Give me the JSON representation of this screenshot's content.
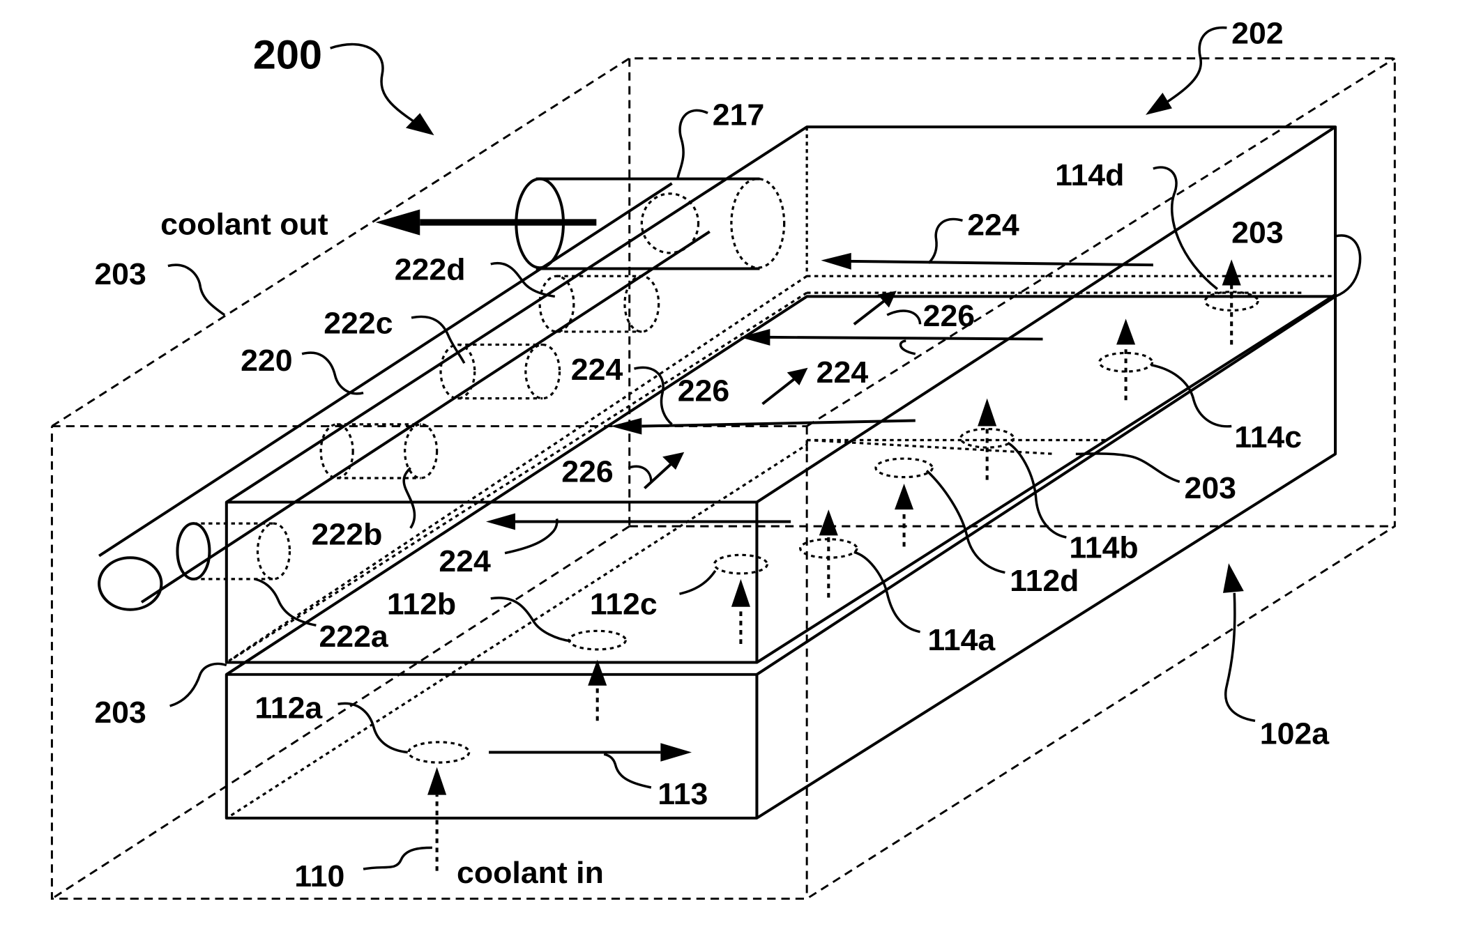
{
  "figure": {
    "figure_ref": "200",
    "labels": {
      "coolant_out": "coolant out",
      "coolant_in": "coolant in",
      "l202": "202",
      "l217": "217",
      "l114d": "114d",
      "l224_top": "224",
      "l203_top_right": "203",
      "l203_left": "203",
      "l222d": "222d",
      "l226_a": "226",
      "l222c": "222c",
      "l220": "220",
      "l224_mid_left": "224",
      "l226_b": "226",
      "l224_mid_right": "224",
      "l114c": "114c",
      "l226_c": "226",
      "l203_mid_right": "203",
      "l222b": "222b",
      "l114b": "114b",
      "l224_bottom": "224",
      "l112d": "112d",
      "l112b": "112b",
      "l112c": "112c",
      "l222a": "222a",
      "l114a": "114a",
      "l203_bottom_left": "203",
      "l102a": "102a",
      "l112a": "112a",
      "l113": "113",
      "l110": "110"
    }
  }
}
